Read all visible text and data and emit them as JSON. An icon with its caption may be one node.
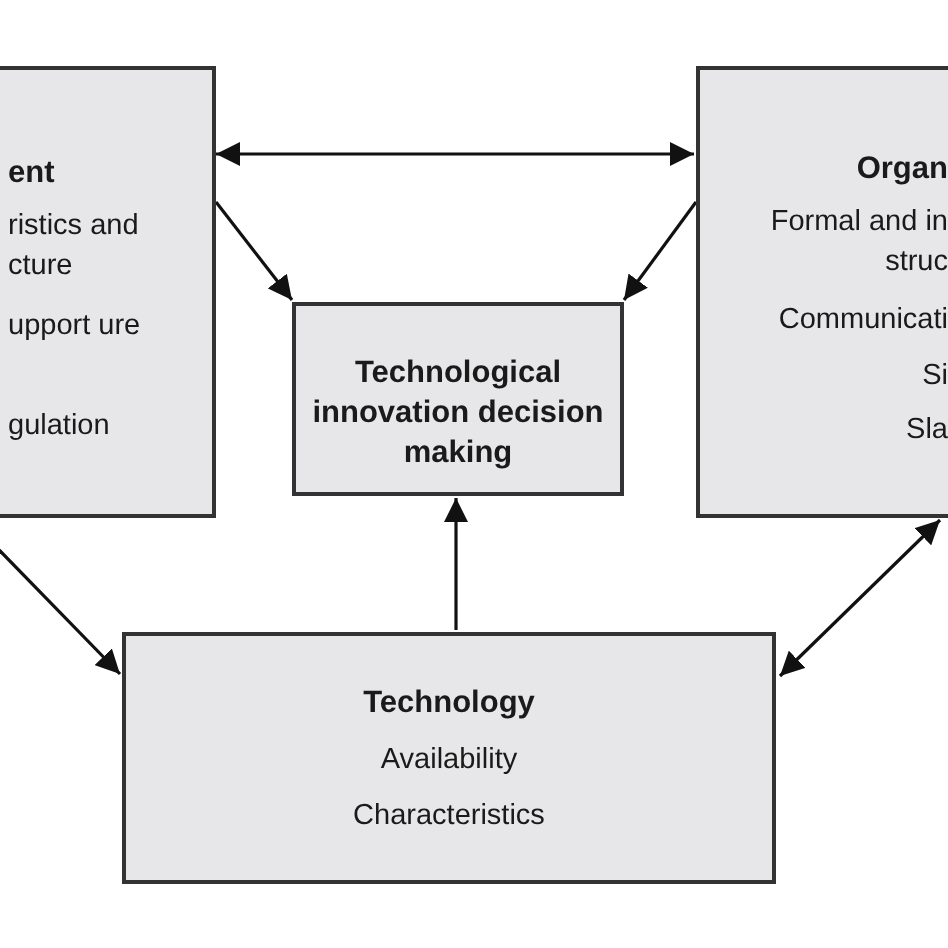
{
  "diagram": {
    "nodes": [
      {
        "text": [
          "ent",
          "ristics and cture",
          "upport ure",
          "gulation"
        ]
      },
      {
        "text": [
          "Organ",
          "Formal and in struc",
          "Communicati",
          "Si",
          "Sla"
        ]
      },
      {
        "text": [
          "Technological innovation decision making"
        ]
      },
      {
        "text": [
          "Technology",
          "Availability",
          "Characteristics"
        ]
      }
    ],
    "edges": [
      {
        "from": 0,
        "to": 1,
        "arrow": "both"
      },
      {
        "from": 0,
        "to": 2,
        "arrow": "to"
      },
      {
        "from": 1,
        "to": 2,
        "arrow": "to"
      },
      {
        "from": 0,
        "to": 3,
        "arrow": "to"
      },
      {
        "from": 3,
        "to": 2,
        "arrow": "to"
      },
      {
        "from": 3,
        "to": 1,
        "arrow": "both"
      }
    ]
  }
}
